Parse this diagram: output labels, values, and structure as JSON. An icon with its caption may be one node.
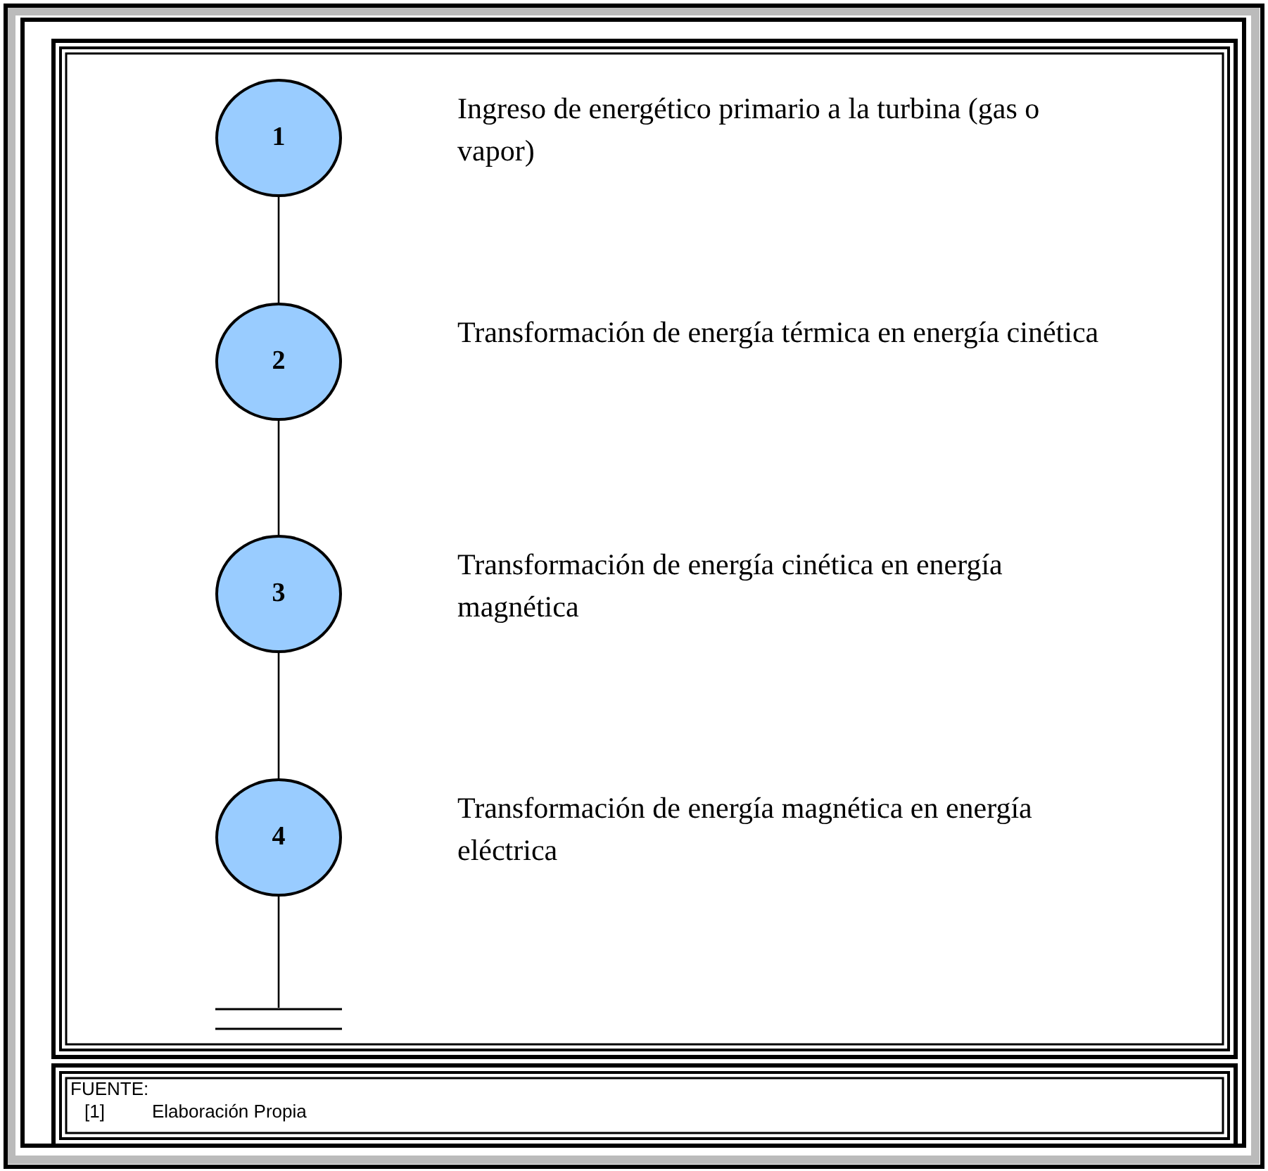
{
  "diagram": {
    "nodes": [
      {
        "text": [
          "1"
        ],
        "beside": [
          "Ingreso de energético primario a la turbina (gas o vapor)"
        ]
      },
      {
        "text": [
          "2"
        ],
        "beside": [
          "Transformación de energía térmica en energía cinética"
        ]
      },
      {
        "text": [
          "3"
        ],
        "beside": [
          "Transformación de energía cinética en energía magnética"
        ]
      },
      {
        "text": [
          "4"
        ],
        "beside": [
          "Transformación de energía magnética en energía eléctrica"
        ]
      },
      {
        "text": [],
        "shape": "bar"
      }
    ],
    "edges": [
      {
        "from": 0,
        "to": 1,
        "arrow": "none"
      },
      {
        "from": 1,
        "to": 2,
        "arrow": "none"
      },
      {
        "from": 2,
        "to": 3,
        "arrow": "none"
      },
      {
        "from": 3,
        "to": 4,
        "arrow": "none"
      }
    ],
    "labels": [
      "FUENTE:",
      "[1]",
      "Elaboración Propia"
    ]
  }
}
